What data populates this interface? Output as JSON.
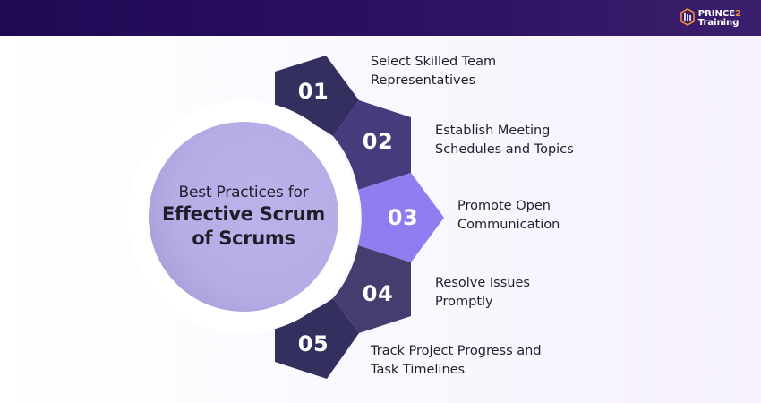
{
  "header": {
    "brand_top_main": "PRINCE",
    "brand_top_accent": "2",
    "brand_bottom": "Training",
    "logo_icon": "prince2-shield-logo-icon"
  },
  "center": {
    "subtitle": "Best Practices for",
    "title_line1": "Effective Scrum",
    "title_line2": "of Scrums"
  },
  "colors": {
    "header": "#2b0f60",
    "segment_dark": "#33305f",
    "segment_mid": "#473b7e",
    "segment_highlight": "#8f7eef",
    "segment_04": "#463c6e",
    "center_circle": "#b5aee6",
    "brand_accent": "#f28a3c"
  },
  "steps": [
    {
      "number": "01",
      "line1": "Select Skilled Team",
      "line2": "Representatives"
    },
    {
      "number": "02",
      "line1": "Establish Meeting",
      "line2": "Schedules and Topics"
    },
    {
      "number": "03",
      "line1": "Promote Open",
      "line2": "Communication"
    },
    {
      "number": "04",
      "line1": "Resolve Issues",
      "line2": "Promptly"
    },
    {
      "number": "05",
      "line1": "Track Project Progress and",
      "line2": "Task Timelines"
    }
  ]
}
